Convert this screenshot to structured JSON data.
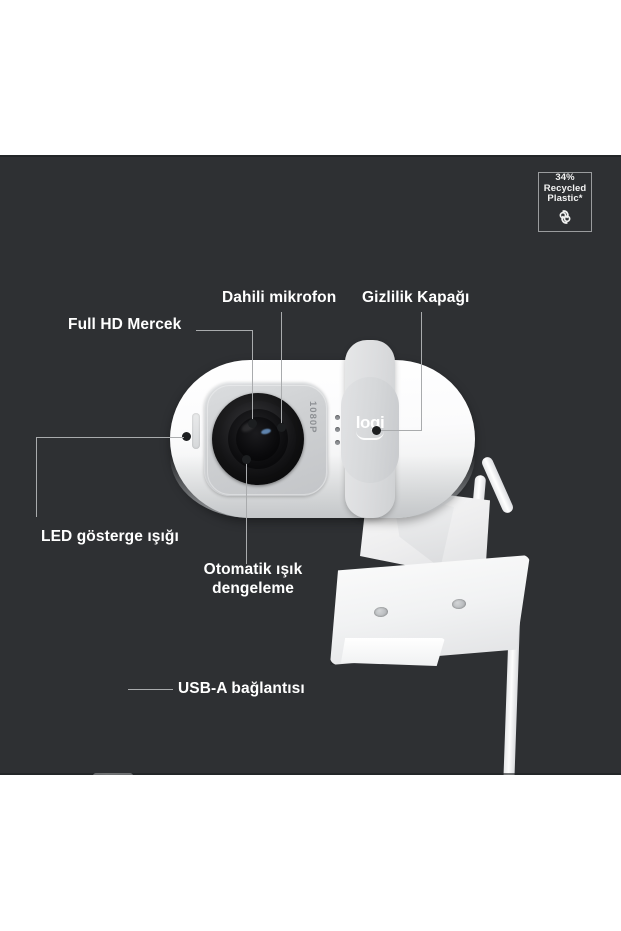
{
  "product": {
    "brand_mark": "logi",
    "resolution_text": "1080P"
  },
  "badge": {
    "line1": "34%",
    "line2": "Recycled",
    "line3": "Plastic*",
    "icon": "recycle-icon",
    "border_color": "#9a9c9e",
    "text_color": "#f2f2f2"
  },
  "panel": {
    "background": "#2e3033",
    "page_background": "#ffffff"
  },
  "callouts": [
    {
      "id": "full-hd-lens",
      "label": "Full HD Mercek"
    },
    {
      "id": "built-in-microphone",
      "label": "Dahili mikrofon"
    },
    {
      "id": "privacy-shutter",
      "label": "Gizlilik Kapağı"
    },
    {
      "id": "led-indicator",
      "label": "LED gösterge ışığı"
    },
    {
      "id": "auto-light-balance",
      "label": "Otomatik ışık\ndengeleme"
    },
    {
      "id": "usb-a-connection",
      "label": "USB-A bağlantısı"
    }
  ],
  "callout_labels": {
    "full_hd_lens": "Full HD Mercek",
    "built_in_microphone": "Dahili mikrofon",
    "privacy_shutter": "Gizlilik Kapağı",
    "led_indicator": "LED gösterge ışığı",
    "auto_light_balance_1": "Otomatik ışık",
    "auto_light_balance_2": "dengeleme",
    "usb_a_connection": "USB-A bağlantısı"
  },
  "style": {
    "label_color": "#ffffff",
    "leader_line_color": "#a9abad",
    "leader_dot_color": "#1c1e20"
  }
}
